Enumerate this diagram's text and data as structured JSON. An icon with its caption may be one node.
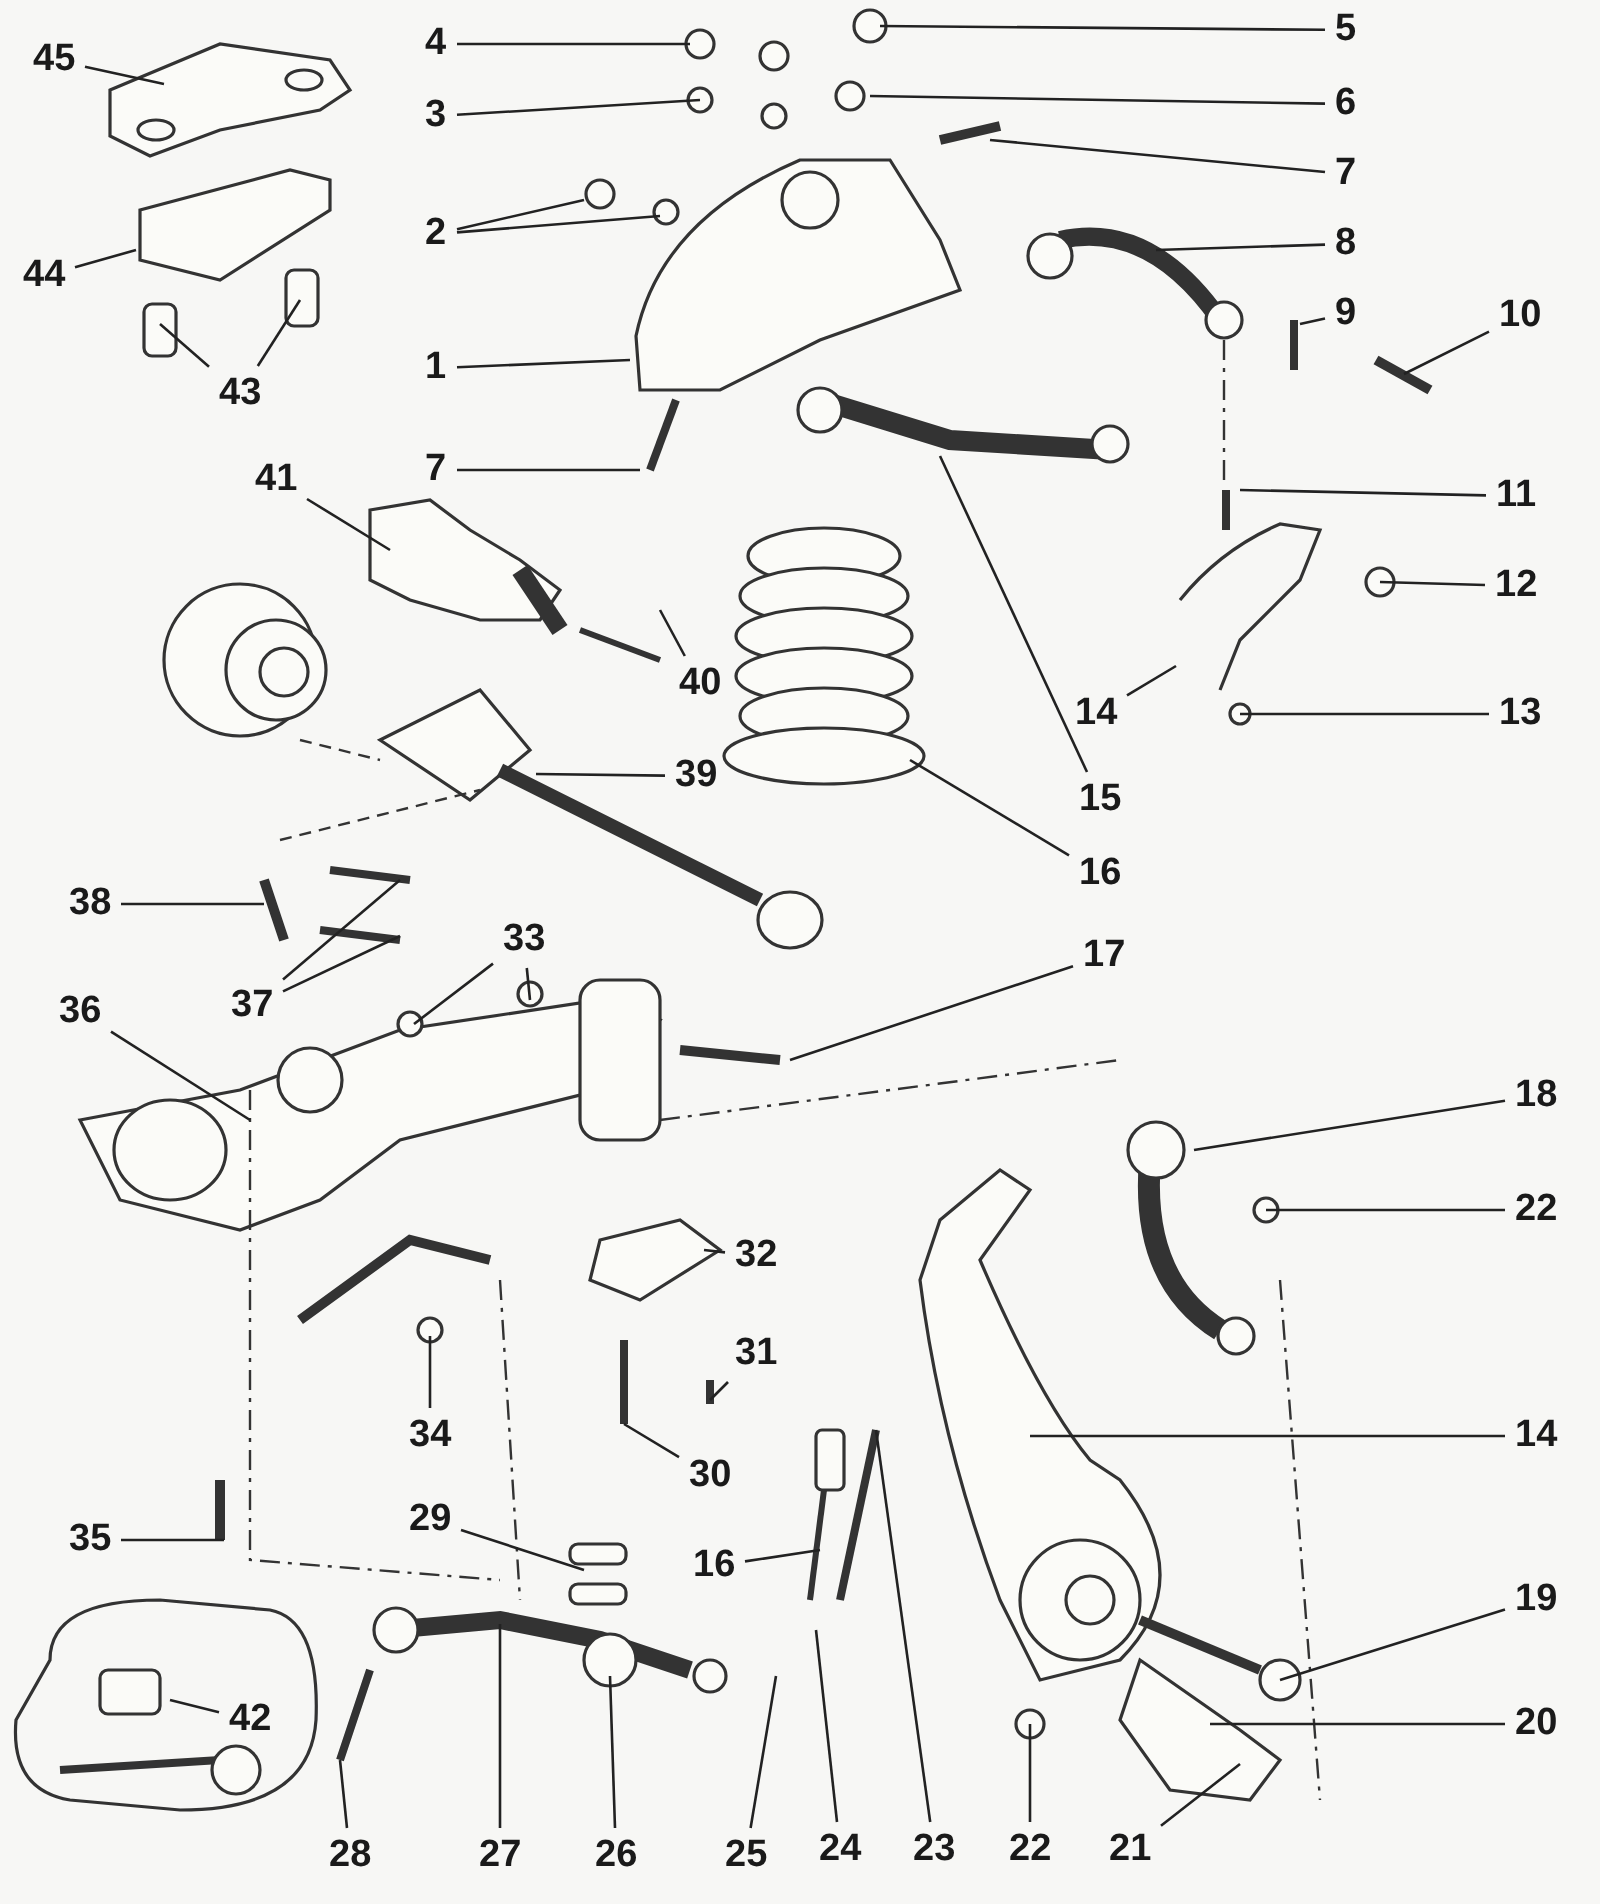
{
  "diagram": {
    "nodes": [
      {
        "text": [
          "45"
        ]
      },
      {
        "text": [
          "44"
        ]
      },
      {
        "text": [
          "43"
        ]
      },
      {
        "text": [
          "4"
        ]
      },
      {
        "text": [
          "3"
        ]
      },
      {
        "text": [
          "2"
        ]
      },
      {
        "text": [
          "1"
        ]
      },
      {
        "text": [
          "7"
        ]
      },
      {
        "text": [
          "5"
        ]
      },
      {
        "text": [
          "6"
        ]
      },
      {
        "text": [
          "7"
        ]
      },
      {
        "text": [
          "8"
        ]
      },
      {
        "text": [
          "9"
        ]
      },
      {
        "text": [
          "10"
        ]
      },
      {
        "text": [
          "11"
        ]
      },
      {
        "text": [
          "12"
        ]
      },
      {
        "text": [
          "13"
        ]
      },
      {
        "text": [
          "14"
        ]
      },
      {
        "text": [
          "15"
        ]
      },
      {
        "text": [
          "16"
        ]
      },
      {
        "text": [
          "41"
        ]
      },
      {
        "text": [
          "40"
        ]
      },
      {
        "text": [
          "39"
        ]
      },
      {
        "text": [
          "38"
        ]
      },
      {
        "text": [
          "37"
        ]
      },
      {
        "text": [
          "36"
        ]
      },
      {
        "text": [
          "33"
        ]
      },
      {
        "text": [
          "17"
        ]
      },
      {
        "text": [
          "18"
        ]
      },
      {
        "text": [
          "22"
        ]
      },
      {
        "text": [
          "32"
        ]
      },
      {
        "text": [
          "31"
        ]
      },
      {
        "text": [
          "30"
        ]
      },
      {
        "text": [
          "34"
        ]
      },
      {
        "text": [
          "35"
        ]
      },
      {
        "text": [
          "29"
        ]
      },
      {
        "text": [
          "16"
        ]
      },
      {
        "text": [
          "14"
        ]
      },
      {
        "text": [
          "19"
        ]
      },
      {
        "text": [
          "20"
        ]
      },
      {
        "text": [
          "42"
        ]
      },
      {
        "text": [
          "28"
        ]
      },
      {
        "text": [
          "27"
        ]
      },
      {
        "text": [
          "26"
        ]
      },
      {
        "text": [
          "25"
        ]
      },
      {
        "text": [
          "24"
        ]
      },
      {
        "text": [
          "23"
        ]
      },
      {
        "text": [
          "22"
        ]
      },
      {
        "text": [
          "21"
        ]
      }
    ],
    "edges": [
      {
        "from": 0,
        "to": null,
        "arrow": "none"
      },
      {
        "from": 1,
        "to": null,
        "arrow": "none"
      },
      {
        "from": 2,
        "to": null,
        "arrow": "none"
      },
      {
        "from": 2,
        "to": null,
        "arrow": "none"
      },
      {
        "from": 3,
        "to": null,
        "arrow": "none"
      },
      {
        "from": 4,
        "to": null,
        "arrow": "none"
      },
      {
        "from": 5,
        "to": null,
        "arrow": "none"
      },
      {
        "from": 5,
        "to": null,
        "arrow": "none"
      },
      {
        "from": 6,
        "to": null,
        "arrow": "none"
      },
      {
        "from": 7,
        "to": null,
        "arrow": "none"
      },
      {
        "from": 8,
        "to": null,
        "arrow": "none"
      },
      {
        "from": 9,
        "to": null,
        "arrow": "none"
      },
      {
        "from": 10,
        "to": null,
        "arrow": "none"
      },
      {
        "from": 11,
        "to": null,
        "arrow": "none"
      },
      {
        "from": 12,
        "to": null,
        "arrow": "none"
      },
      {
        "from": 13,
        "to": null,
        "arrow": "none"
      },
      {
        "from": 14,
        "to": null,
        "arrow": "none"
      },
      {
        "from": 15,
        "to": null,
        "arrow": "none"
      },
      {
        "from": 16,
        "to": null,
        "arrow": "none"
      },
      {
        "from": 17,
        "to": null,
        "arrow": "none"
      },
      {
        "from": 18,
        "to": null,
        "arrow": "none"
      },
      {
        "from": 19,
        "to": null,
        "arrow": "none"
      },
      {
        "from": 20,
        "to": null,
        "arrow": "none"
      },
      {
        "from": 21,
        "to": null,
        "arrow": "none"
      },
      {
        "from": 22,
        "to": null,
        "arrow": "none"
      },
      {
        "from": 23,
        "to": null,
        "arrow": "none"
      },
      {
        "from": 24,
        "to": null,
        "arrow": "none"
      },
      {
        "from": 24,
        "to": null,
        "arrow": "none"
      },
      {
        "from": 25,
        "to": null,
        "arrow": "none"
      },
      {
        "from": 26,
        "to": null,
        "arrow": "none"
      },
      {
        "from": 26,
        "to": null,
        "arrow": "none"
      },
      {
        "from": 27,
        "to": null,
        "arrow": "none"
      },
      {
        "from": 28,
        "to": null,
        "arrow": "none"
      },
      {
        "from": 29,
        "to": null,
        "arrow": "none"
      },
      {
        "from": 30,
        "to": null,
        "arrow": "none"
      },
      {
        "from": 31,
        "to": null,
        "arrow": "none"
      },
      {
        "from": 32,
        "to": null,
        "arrow": "none"
      },
      {
        "from": 33,
        "to": null,
        "arrow": "none"
      },
      {
        "from": 34,
        "to": null,
        "arrow": "none"
      },
      {
        "from": 35,
        "to": null,
        "arrow": "none"
      },
      {
        "from": 36,
        "to": null,
        "arrow": "none"
      },
      {
        "from": 37,
        "to": null,
        "arrow": "none"
      },
      {
        "from": 38,
        "to": null,
        "arrow": "none"
      },
      {
        "from": 39,
        "to": null,
        "arrow": "none"
      },
      {
        "from": 40,
        "to": null,
        "arrow": "none"
      },
      {
        "from": 41,
        "to": null,
        "arrow": "none"
      },
      {
        "from": 42,
        "to": null,
        "arrow": "none"
      },
      {
        "from": 43,
        "to": null,
        "arrow": "none"
      },
      {
        "from": 44,
        "to": null,
        "arrow": "none"
      },
      {
        "from": 45,
        "to": null,
        "arrow": "none"
      },
      {
        "from": 46,
        "to": null,
        "arrow": "none"
      },
      {
        "from": 47,
        "to": null,
        "arrow": "none"
      },
      {
        "from": 48,
        "to": null,
        "arrow": "none"
      }
    ]
  }
}
